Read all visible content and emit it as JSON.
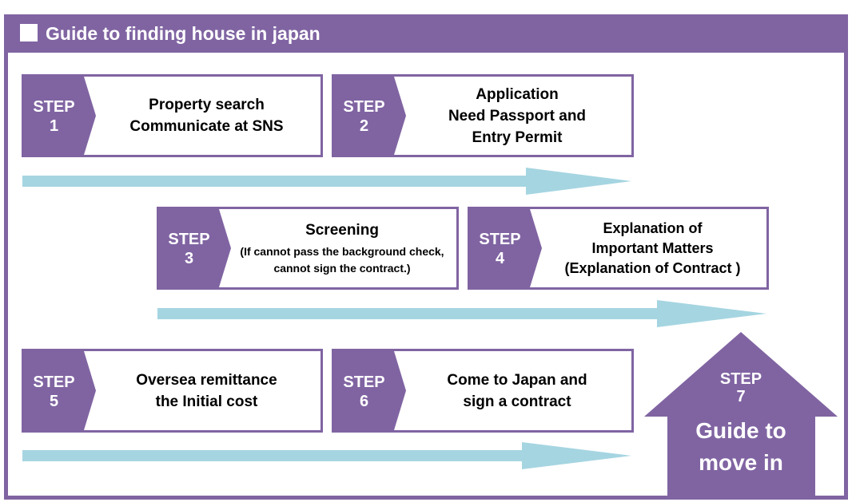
{
  "header": {
    "title": "Guide to finding house in japan"
  },
  "colors": {
    "accent": "#8064a2",
    "arrow": "#a5d5e1"
  },
  "steps": [
    {
      "label": "STEP",
      "num": "1",
      "lines": [
        "Property search",
        "Communicate at SNS"
      ]
    },
    {
      "label": "STEP",
      "num": "2",
      "lines": [
        "Application",
        "Need Passport and",
        "Entry Permit"
      ]
    },
    {
      "label": "STEP",
      "num": "3",
      "title": "Screening",
      "notes": [
        "(If cannot pass the background check,",
        "cannot sign the contract.)"
      ]
    },
    {
      "label": "STEP",
      "num": "4",
      "lines": [
        "Explanation of",
        "Important Matters",
        "(Explanation of Contract )"
      ]
    },
    {
      "label": "STEP",
      "num": "5",
      "lines": [
        "Oversea remittance",
        "the Initial cost"
      ]
    },
    {
      "label": "STEP",
      "num": "6",
      "lines": [
        "Come to Japan and",
        "sign a contract"
      ]
    }
  ],
  "final_step": {
    "label": "STEP",
    "num": "7",
    "lines": [
      "Guide to",
      "move in"
    ]
  }
}
